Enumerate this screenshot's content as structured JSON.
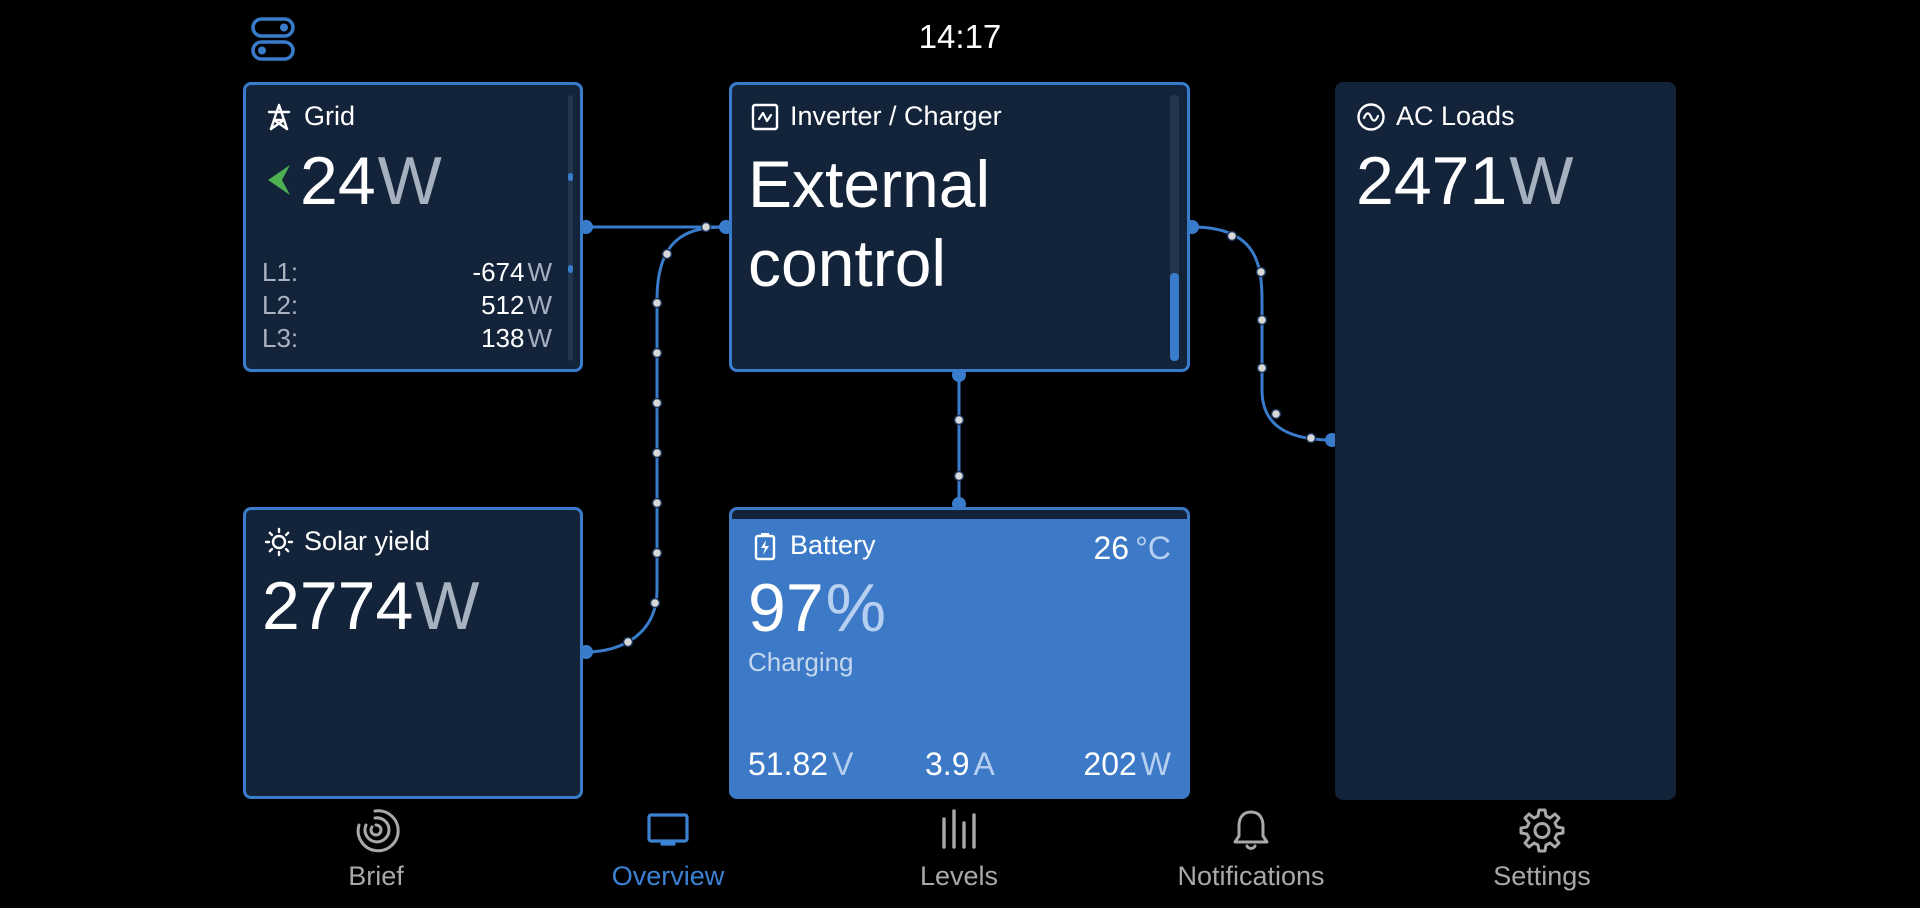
{
  "header": {
    "time": "14:17"
  },
  "grid": {
    "title": "Grid",
    "power": "24",
    "unit": "W",
    "phases": [
      {
        "label": "L1:",
        "value": "-674",
        "unit": "W"
      },
      {
        "label": "L2:",
        "value": "512",
        "unit": "W"
      },
      {
        "label": "L3:",
        "value": "138",
        "unit": "W"
      }
    ]
  },
  "inverter": {
    "title": "Inverter / Charger",
    "state_line1": "External",
    "state_line2": "control"
  },
  "ac_loads": {
    "title": "AC Loads",
    "power": "2471",
    "unit": "W"
  },
  "solar": {
    "title": "Solar yield",
    "power": "2774",
    "unit": "W"
  },
  "battery": {
    "title": "Battery",
    "temperature": "26",
    "temperature_unit": "°C",
    "soc": "97",
    "soc_unit": "%",
    "status": "Charging",
    "voltage": "51.82",
    "voltage_unit": "V",
    "current": "3.9",
    "current_unit": "A",
    "power": "202",
    "power_unit": "W"
  },
  "nav": {
    "items": [
      {
        "label": "Brief"
      },
      {
        "label": "Overview"
      },
      {
        "label": "Levels"
      },
      {
        "label": "Notifications"
      },
      {
        "label": "Settings"
      }
    ],
    "active": "Overview"
  },
  "colors": {
    "accent": "#3a7ccc",
    "card_bg": "#13233a",
    "battery_bg": "#3c7ac7",
    "grid_arrow": "#4caf50"
  }
}
